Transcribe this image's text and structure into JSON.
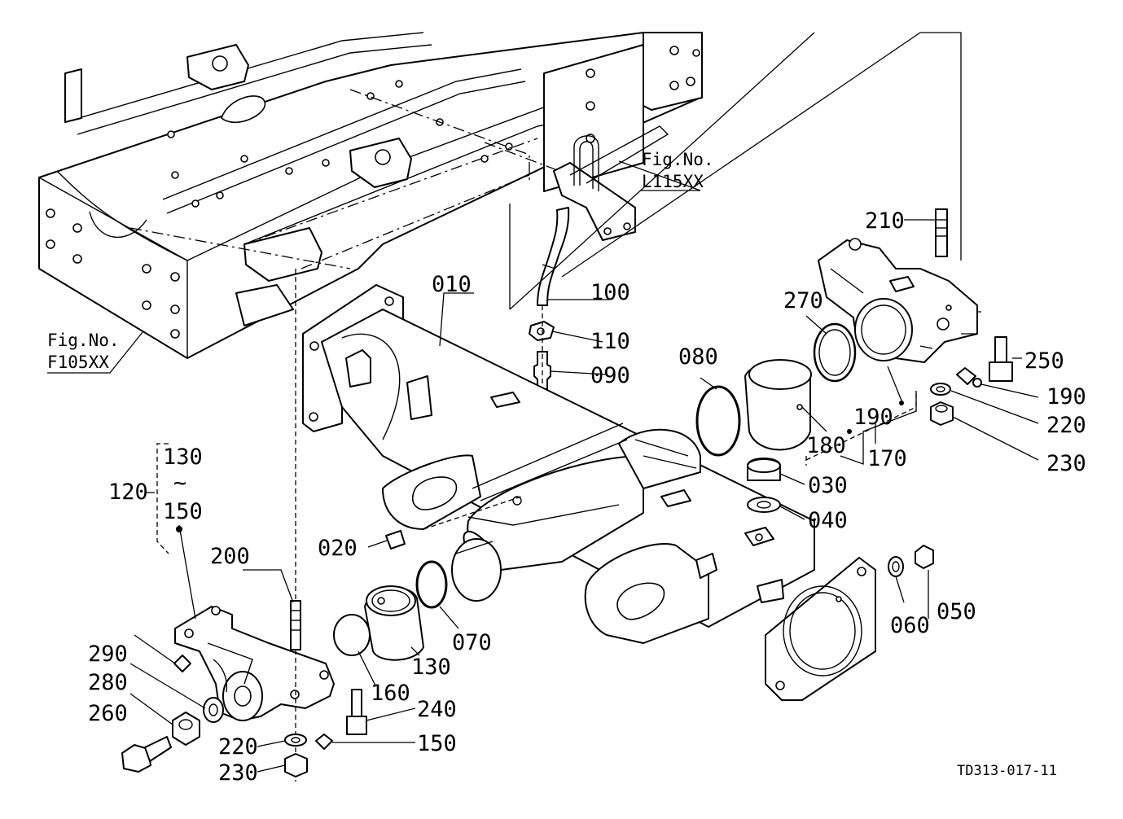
{
  "drawing_code": "TD313-017-11",
  "figure_refs": {
    "f105": {
      "line1": "Fig.No.",
      "line2": "F105XX"
    },
    "l115": {
      "line1": "Fig.No.",
      "line2": "L115XX"
    }
  },
  "callouts": {
    "p010": "010",
    "p020": "020",
    "p030": "030",
    "p040": "040",
    "p050": "050",
    "p060": "060",
    "p070": "070",
    "p080": "080",
    "p090": "090",
    "p100": "100",
    "p110": "110",
    "p120": "120",
    "p130_range": "130",
    "p130": "130",
    "tilde": "~",
    "p150_range": "150",
    "p150": "150",
    "p160": "160",
    "p170": "170",
    "p180": "180",
    "p190_a": "190",
    "p190_b": "190",
    "p200": "200",
    "p210": "210",
    "p220_a": "220",
    "p220_b": "220",
    "p230_a": "230",
    "p230_b": "230",
    "p240": "240",
    "p250": "250",
    "p260": "260",
    "p270": "270",
    "p280": "280",
    "p290": "290"
  }
}
